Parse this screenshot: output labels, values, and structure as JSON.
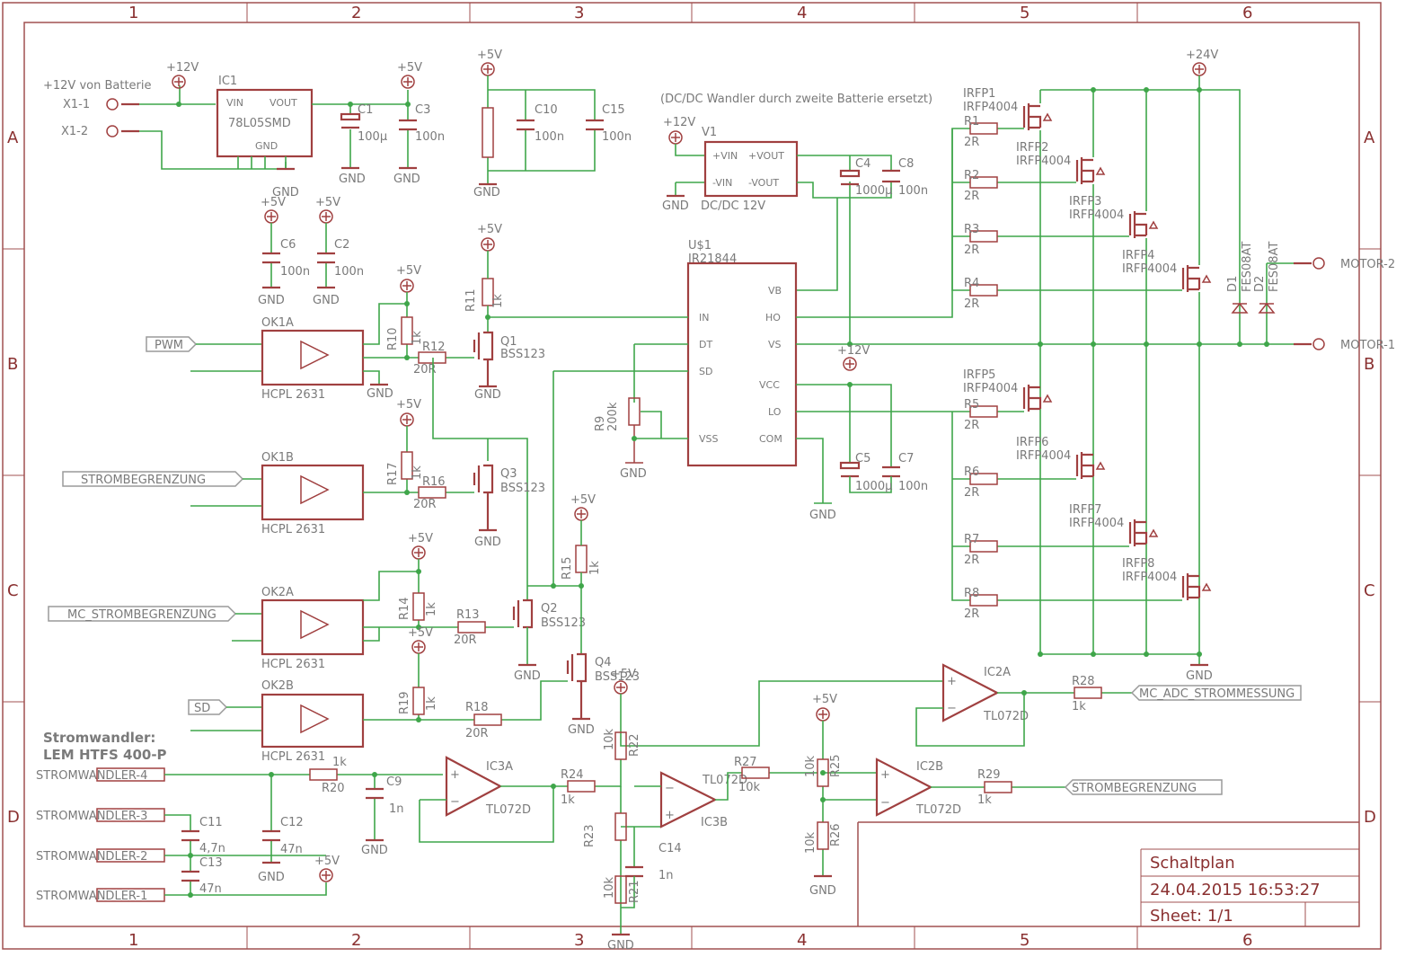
{
  "frame": {
    "cols": [
      "1",
      "2",
      "3",
      "4",
      "5",
      "6"
    ],
    "rows": [
      "A",
      "B",
      "C",
      "D"
    ]
  },
  "title_block": {
    "title": "Schaltplan",
    "date": "24.04.2015 16:53:27",
    "sheet": "Sheet: 1/1"
  },
  "notes": {
    "dcdc": "(DC/DC Wandler durch zweite Batterie ersetzt)",
    "current_sensor_1": "Stromwandler:",
    "current_sensor_2": "LEM  HTFS 400-P",
    "battery": "+12V von Batterie"
  },
  "connectors": {
    "x1_1": "X1-1",
    "x1_2": "X1-2",
    "motor_2": "MOTOR-2",
    "motor_1": "MOTOR-1"
  },
  "net_labels": {
    "pwm": "PWM",
    "strombegrenzung_in": "STROMBEGRENZUNG",
    "mc_strombegrenzung": "MC_STROMBEGRENZUNG",
    "sd": "SD",
    "mc_adc": "MC_ADC_STROMMESSUNG",
    "strombegrenzung_out": "STROMBEGRENZUNG",
    "sw4": "STROMWANDLER-4",
    "sw3": "STROMWANDLER-3",
    "sw2": "STROMWANDLER-2",
    "sw1": "STROMWANDLER-1"
  },
  "supplies": {
    "p12": "+12V",
    "p5": "+5V",
    "p24": "+24V",
    "gnd": "GND"
  },
  "parts": {
    "ic1": "IC1",
    "ic1_val": "78L05SMD",
    "vin": "VIN",
    "vout": "VOUT",
    "ic1_gnd": "GND",
    "c1": "C1",
    "c1_val": "100µ",
    "c3": "C3",
    "c3_val": "100n",
    "c10": "C10",
    "c10_val": "100n",
    "c15": "C15",
    "c15_val": "100n",
    "c6": "C6",
    "c6_val": "100n",
    "c2": "C2",
    "c2_val": "100n",
    "v1": "V1",
    "v1_val": "DC/DC 12V",
    "pvin": "+VIN",
    "mvin": "-VIN",
    "pvout": "+VOUT",
    "mvout": "-VOUT",
    "c4": "C4",
    "c4_val": "1000µ",
    "c8": "C8",
    "c8_val": "100n",
    "u1": "U$1",
    "u1_val": "IR21844",
    "u_in": "IN",
    "u_dt": "DT",
    "u_sd": "SD",
    "u_vss": "VSS",
    "u_vb": "VB",
    "u_ho": "HO",
    "u_vs": "VS",
    "u_vcc": "VCC",
    "u_lo": "LO",
    "u_com": "COM",
    "c5": "C5",
    "c5_val": "1000µ",
    "c7": "C7",
    "c7_val": "100n",
    "r9": "R9",
    "r9_val": "200k",
    "r11": "R11",
    "r11_val": "1k",
    "q1": "Q1",
    "q1_val": "BSS123",
    "q3": "Q3",
    "q3_val": "BSS123",
    "q2": "Q2",
    "q2_val": "BSS123",
    "q4": "Q4",
    "q4_val": "BSS123",
    "r10": "R10",
    "r10_val": "1k",
    "r12": "R12",
    "r12_val": "20R",
    "r17": "R17",
    "r17_val": "1k",
    "r16": "R16",
    "r16_val": "20R",
    "r14": "R14",
    "r14_val": "1k",
    "r13": "R13",
    "r13_val": "20R",
    "r19": "R19",
    "r19_val": "1k",
    "r18": "R18",
    "r18_val": "20R",
    "r15": "R15",
    "r15_val": "1k",
    "ok1a": "OK1A",
    "ok1b": "OK1B",
    "ok2a": "OK2A",
    "ok2b": "OK2B",
    "hcpl": "HCPL 2631",
    "irfp1": "IRFP1",
    "irfp2": "IRFP2",
    "irfp3": "IRFP3",
    "irfp4": "IRFP4",
    "irfp5": "IRFP5",
    "irfp6": "IRFP6",
    "irfp7": "IRFP7",
    "irfp8": "IRFP8",
    "irfp_val": "IRFP4004",
    "r1": "R1",
    "r2": "R2",
    "r3": "R3",
    "r4": "R4",
    "r5": "R5",
    "r6": "R6",
    "r7": "R7",
    "r8": "R8",
    "r2r": "2R",
    "d1": "D1",
    "d2": "D2",
    "d_val": "FES08AT",
    "ic2a": "IC2A",
    "ic2b": "IC2B",
    "ic3a": "IC3A",
    "ic3b": "IC3B",
    "tl072": "TL072D",
    "r28": "R28",
    "r28_val": "1k",
    "r29": "R29",
    "r29_val": "1k",
    "r20": "R20",
    "r20_val": "1k",
    "r24": "R24",
    "r24_val": "1k",
    "r27": "R27",
    "r27_val": "10k",
    "r22": "R22",
    "r22_val": "10k",
    "r23": "R23",
    "r21": "R21",
    "r21_val": "10k",
    "r25": "R25",
    "r25_val": "10k",
    "r26": "R26",
    "r26_val": "10k",
    "c9": "C9",
    "c9_val": "1n",
    "c14": "C14",
    "c14_val": "1n",
    "c11": "C11",
    "c11_val": "4,7n",
    "c12": "C12",
    "c12_val": "47n",
    "c13": "C13",
    "c13_val": "47n"
  },
  "colors": {
    "frame": "#a05050",
    "wire": "#3fa64a",
    "part": "#a04040",
    "text": "#7a7a7a"
  }
}
